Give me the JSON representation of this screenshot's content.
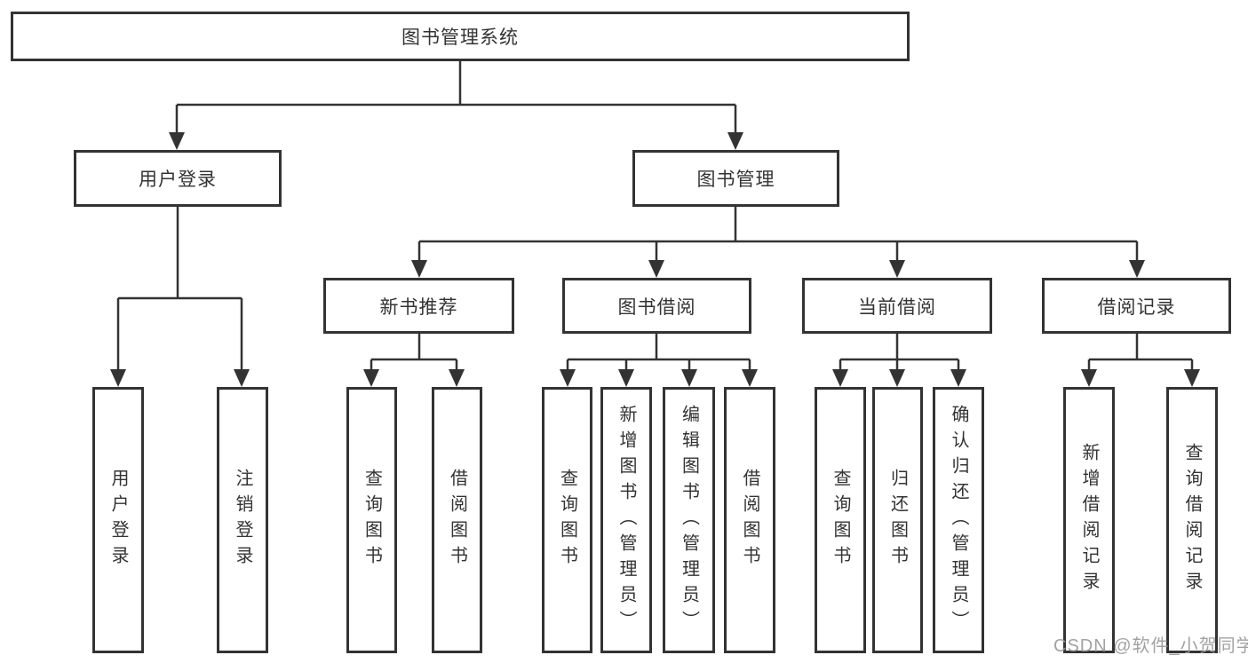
{
  "diagram": {
    "root": {
      "label": "图书管理系统"
    },
    "level2": [
      {
        "label": "用户登录",
        "children": [
          {
            "label": "用户登录"
          },
          {
            "label": "注销登录"
          }
        ]
      },
      {
        "label": "图书管理",
        "children": [
          {
            "label": "新书推荐",
            "children": [
              {
                "label": "查询图书"
              },
              {
                "label": "借阅图书"
              }
            ]
          },
          {
            "label": "图书借阅",
            "children": [
              {
                "label": "查询图书"
              },
              {
                "label": "新增图书（管理员）"
              },
              {
                "label": "编辑图书（管理员）"
              },
              {
                "label": "借阅图书"
              }
            ]
          },
          {
            "label": "当前借阅",
            "children": [
              {
                "label": "查询图书"
              },
              {
                "label": "归还图书"
              },
              {
                "label": "确认归还（管理员）"
              }
            ]
          },
          {
            "label": "借阅记录",
            "children": [
              {
                "label": "新增借阅记录"
              },
              {
                "label": "查询借阅记录"
              }
            ]
          }
        ]
      }
    ],
    "watermark": "CSDN @软件_小贺同学",
    "colors": {
      "line": "#333333",
      "box_border": "#333333",
      "text": "#333333",
      "watermark": "#989898",
      "background": "#ffffff"
    }
  }
}
